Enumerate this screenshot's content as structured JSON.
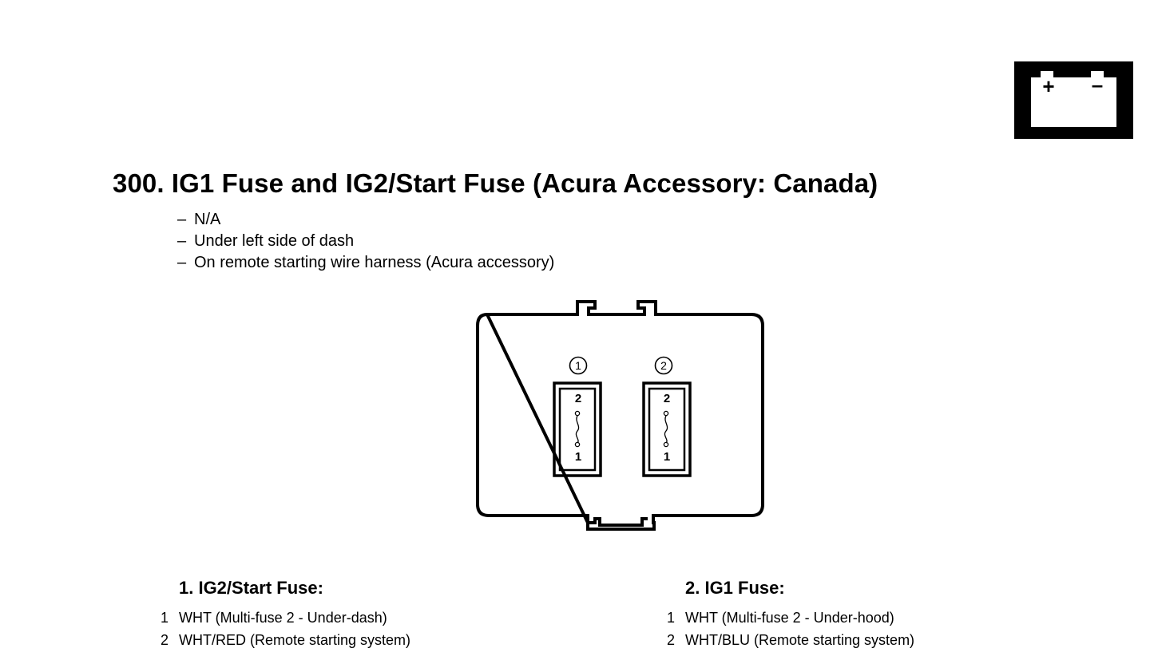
{
  "page": {
    "title": "300. IG1 Fuse and IG2/Start Fuse (Acura Accessory: Canada)",
    "icon": "battery-icon",
    "battery_plus": "+",
    "battery_minus": "–"
  },
  "info": [
    {
      "dash": "–",
      "text": "N/A"
    },
    {
      "dash": "–",
      "text": "Under left side of dash"
    },
    {
      "dash": "–",
      "text": "On remote starting wire harness (Acura accessory)"
    }
  ],
  "diagram": {
    "fuses": [
      {
        "circle_label": "1",
        "top_terminal": "2",
        "bottom_terminal": "1"
      },
      {
        "circle_label": "2",
        "top_terminal": "2",
        "bottom_terminal": "1"
      }
    ]
  },
  "legend": [
    {
      "heading": "1. IG2/Start Fuse:",
      "pins": [
        {
          "num": "1",
          "text": "WHT (Multi-fuse 2 - Under-dash)"
        },
        {
          "num": "2",
          "text": "WHT/RED (Remote starting system)"
        }
      ]
    },
    {
      "heading": "2. IG1 Fuse:",
      "pins": [
        {
          "num": "1",
          "text": "WHT (Multi-fuse 2 - Under-hood)"
        },
        {
          "num": "2",
          "text": "WHT/BLU (Remote starting system)"
        }
      ]
    }
  ]
}
